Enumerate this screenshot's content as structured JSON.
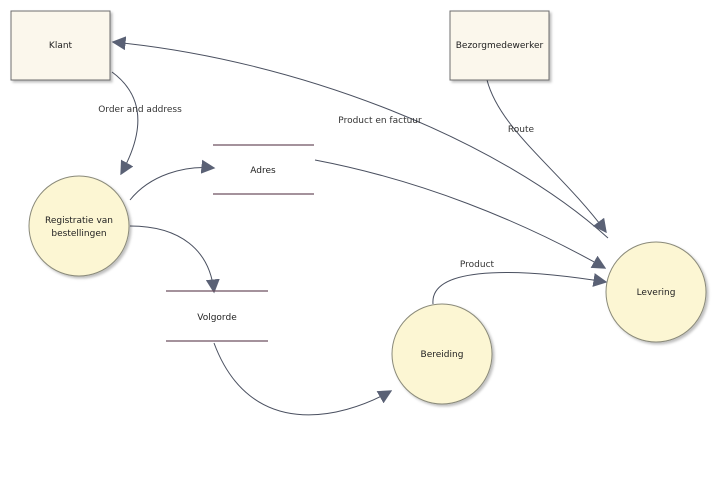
{
  "colors": {
    "entity_fill": "#fbf7ec",
    "entity_stroke": "#6e6e6e",
    "process_fill": "#fcf6d3",
    "process_stroke": "#8a8a7a",
    "store_line": "#6e5060",
    "edge": "#4a5060",
    "arrowhead": "#5a6175"
  },
  "entities": {
    "klant": "Klant",
    "bezorgmedewerker": "Bezorgmedewerker"
  },
  "processes": {
    "registratie": [
      "Registratie van",
      "bestellingen"
    ],
    "bereiding": "Bereiding",
    "levering": "Levering"
  },
  "stores": {
    "adres": "Adres",
    "volgorde": "Volgorde"
  },
  "flows": {
    "order_and_address": "Order and address",
    "product_en_factuur": "Product en factuur",
    "route": "Route",
    "product": "Product"
  }
}
